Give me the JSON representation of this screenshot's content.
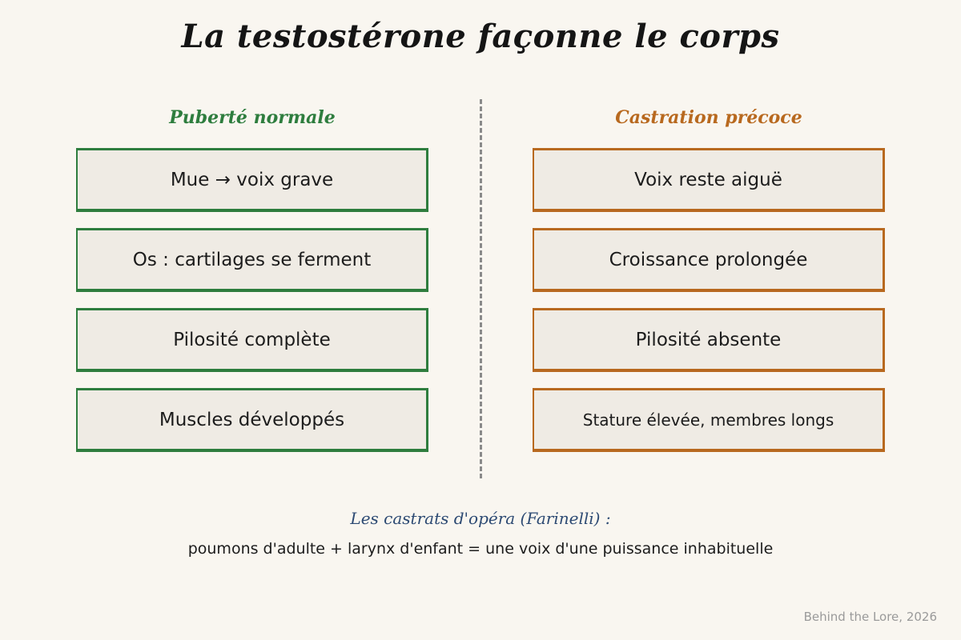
{
  "title": "La testostérone façonne le corps",
  "columns": [
    {
      "heading": "Puberté normale",
      "items": [
        "Mue → voix grave",
        "Os : cartilages se ferment",
        "Pilosité complète",
        "Muscles développés"
      ]
    },
    {
      "heading": "Castration précoce",
      "items": [
        "Voix reste aiguë",
        "Croissance prolongée",
        "Pilosité absente",
        "Stature élevée, membres longs"
      ]
    }
  ],
  "note": {
    "title": "Les castrats d'opéra (Farinelli) :",
    "text": "poumons d'adulte + larynx d'enfant = une voix d'une puissance inhabituelle"
  },
  "credit": "Behind the Lore, 2026",
  "colors": {
    "background": "#f9f6f0",
    "normal": "#2e7d3e",
    "castration": "#b8691f",
    "note": "#2d4a73",
    "box_fill": "#efebe4"
  }
}
